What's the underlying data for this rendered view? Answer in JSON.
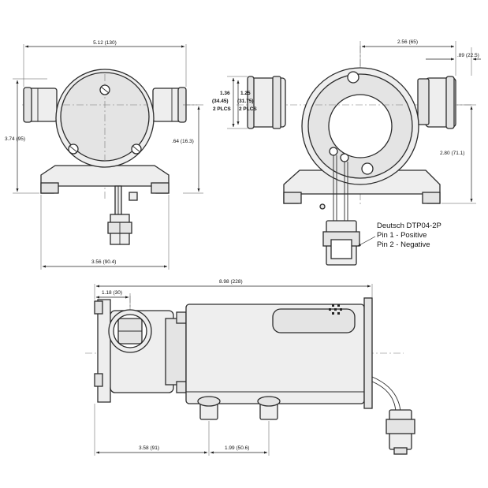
{
  "dimensions": {
    "front_width": "5.12 (130)",
    "front_height": "3.74 (95)",
    "front_offset": ".64 (16.3)",
    "front_base": "3.56 (90.4)",
    "side_width": "2.56 (65)",
    "side_offset": ".89 (22.5)",
    "port_od_in": "1.36",
    "port_od_mm": "(34.45)",
    "port_od_qty": "2 PLCS",
    "port_id_in": "1.25",
    "port_id_mm": "(31.75)",
    "port_id_qty": "2 PLCS",
    "side_height": "2.80 (71.1)",
    "top_length": "8.98 (228)",
    "top_port_offset": "1.18 (30)",
    "top_mount_a": "3.58 (91)",
    "top_mount_b": "1.99 (50.6)"
  },
  "connector_note": {
    "line1": "Deutsch DTP04-2P",
    "line2": "Pin 1 - Positive",
    "line3": "Pin 2 - Negative"
  }
}
